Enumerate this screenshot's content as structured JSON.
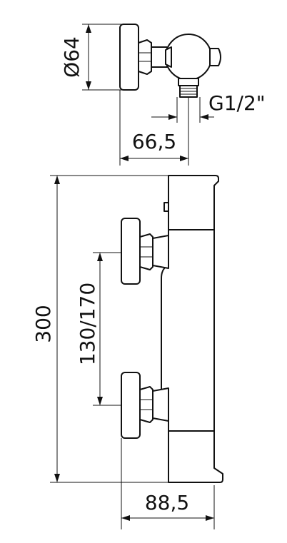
{
  "top_view": {
    "diameter_label": "Ø64",
    "thread_label": "G1/2\"",
    "depth_label": "66,5"
  },
  "front_view": {
    "height_label": "300",
    "spacing_label": "130/170",
    "width_label": "88,5"
  },
  "colors": {
    "line": "#111111",
    "background": "#ffffff"
  }
}
